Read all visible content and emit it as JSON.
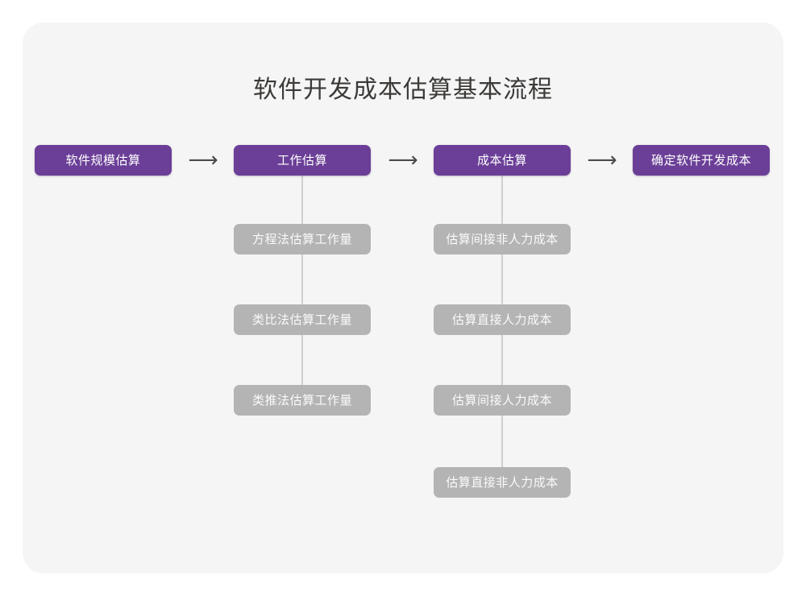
{
  "page": {
    "title": "软件开发成本估算基本流程",
    "background_color": "#ffffff",
    "card_color": "#f5f5f5",
    "primary_color": "#6b3f97",
    "secondary_color": "#b4b4b4",
    "title_color": "#3c3a38",
    "connector_color": "#cfcfcf"
  },
  "flow": {
    "arrow_glyph": "⟶",
    "steps": [
      {
        "label": "软件规模估算",
        "children": []
      },
      {
        "label": "工作估算",
        "children": [
          {
            "label": "方程法估算工作量"
          },
          {
            "label": "类比法估算工作量"
          },
          {
            "label": "类推法估算工作量"
          }
        ]
      },
      {
        "label": "成本估算",
        "children": [
          {
            "label": "估算间接非人力成本"
          },
          {
            "label": "估算直接人力成本"
          },
          {
            "label": "估算间接人力成本"
          },
          {
            "label": "估算直接非人力成本"
          }
        ]
      },
      {
        "label": "确定软件开发成本",
        "children": []
      }
    ]
  }
}
